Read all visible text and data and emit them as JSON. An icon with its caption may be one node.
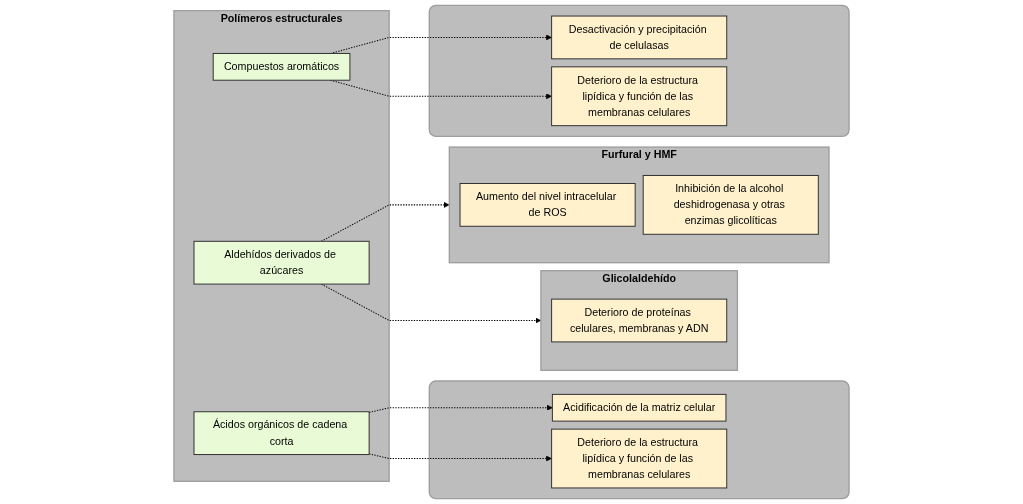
{
  "diagram": {
    "nodes": [
      {
        "text": [
          "Polímeros estructurales"
        ]
      },
      {
        "text": [
          "Aldehídos derivados de azúcares"
        ],
        "in": 0
      },
      {
        "text": [
          "Compuestos aromáticos"
        ],
        "in": 0
      },
      {
        "text": [
          "Ácidos orgánicos de cadena corta"
        ],
        "in": 0
      },
      {
        "text": [
          "Glicolaldehído"
        ]
      },
      {
        "text": [
          "Deterioro de proteínas celulares, membranas y ADN"
        ],
        "in": 4
      },
      {
        "text": [
          "Furfural y HMF"
        ]
      },
      {
        "text": [
          "Aumento del nivel intracelular de ROS"
        ],
        "in": 6
      },
      {
        "text": [
          "Inhibición de la alcohol deshidrogenasa y otras enzimas glicolíticas"
        ],
        "in": 6
      },
      {
        "text": [],
        "shape": "box"
      },
      {
        "text": [
          "Acidificación de la matriz celular"
        ],
        "in": 9
      },
      {
        "text": [
          "Deterioro de la estructura lipídica y función de las membranas celulares"
        ],
        "in": 9
      },
      {
        "text": [],
        "shape": "box"
      },
      {
        "text": [
          "Desactivación y precipitación de celulasas"
        ],
        "in": 12
      },
      {
        "text": [
          "Deterioro de la estructura lipídica y función de las membranas celulares"
        ],
        "in": 12
      }
    ],
    "edges": [
      {
        "from": 1,
        "to": 4,
        "arrow": "to",
        "style": "dashed"
      },
      {
        "from": 1,
        "to": 6,
        "arrow": "to",
        "style": "dashed"
      },
      {
        "from": 3,
        "to": 10,
        "arrow": "to",
        "style": "dashed"
      },
      {
        "from": 3,
        "to": 11,
        "arrow": "to",
        "style": "dashed"
      },
      {
        "from": 2,
        "to": 13,
        "arrow": "to",
        "style": "dashed"
      },
      {
        "from": 2,
        "to": 14,
        "arrow": "to",
        "style": "dashed"
      }
    ]
  }
}
